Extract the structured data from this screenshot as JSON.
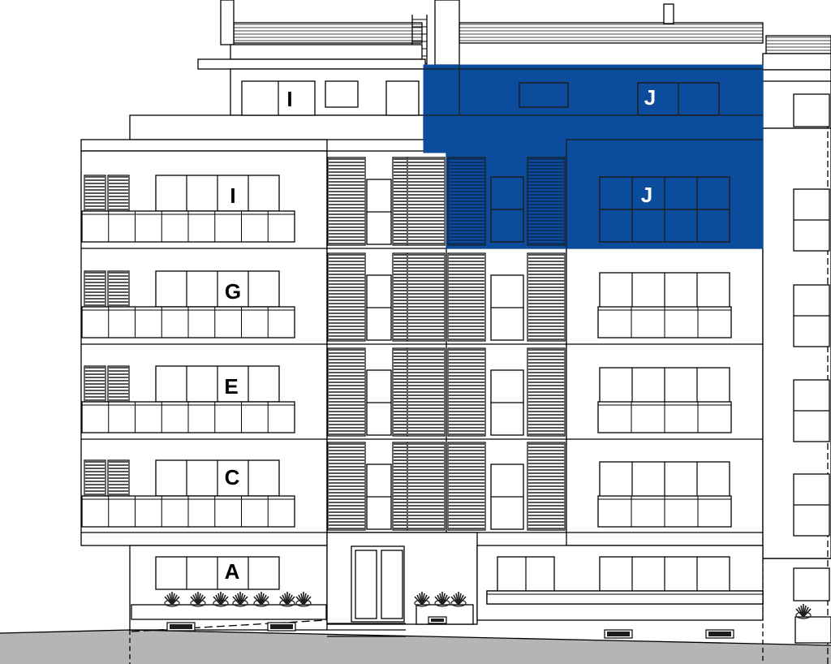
{
  "units": [
    {
      "id": "A",
      "label": "A"
    },
    {
      "id": "C",
      "label": "C"
    },
    {
      "id": "E",
      "label": "E"
    },
    {
      "id": "G",
      "label": "G"
    },
    {
      "id": "I-lower",
      "label": "I"
    },
    {
      "id": "I-upper",
      "label": "I"
    },
    {
      "id": "J-lower",
      "label": "J"
    },
    {
      "id": "J-upper",
      "label": "J"
    }
  ],
  "highlight": {
    "unit": "J",
    "color": "#0b4d9c",
    "label_color": "#ffffff"
  },
  "colors": {
    "line": "#000000",
    "ground": "#b5b5b5",
    "shutter": "#1e1e1e"
  }
}
